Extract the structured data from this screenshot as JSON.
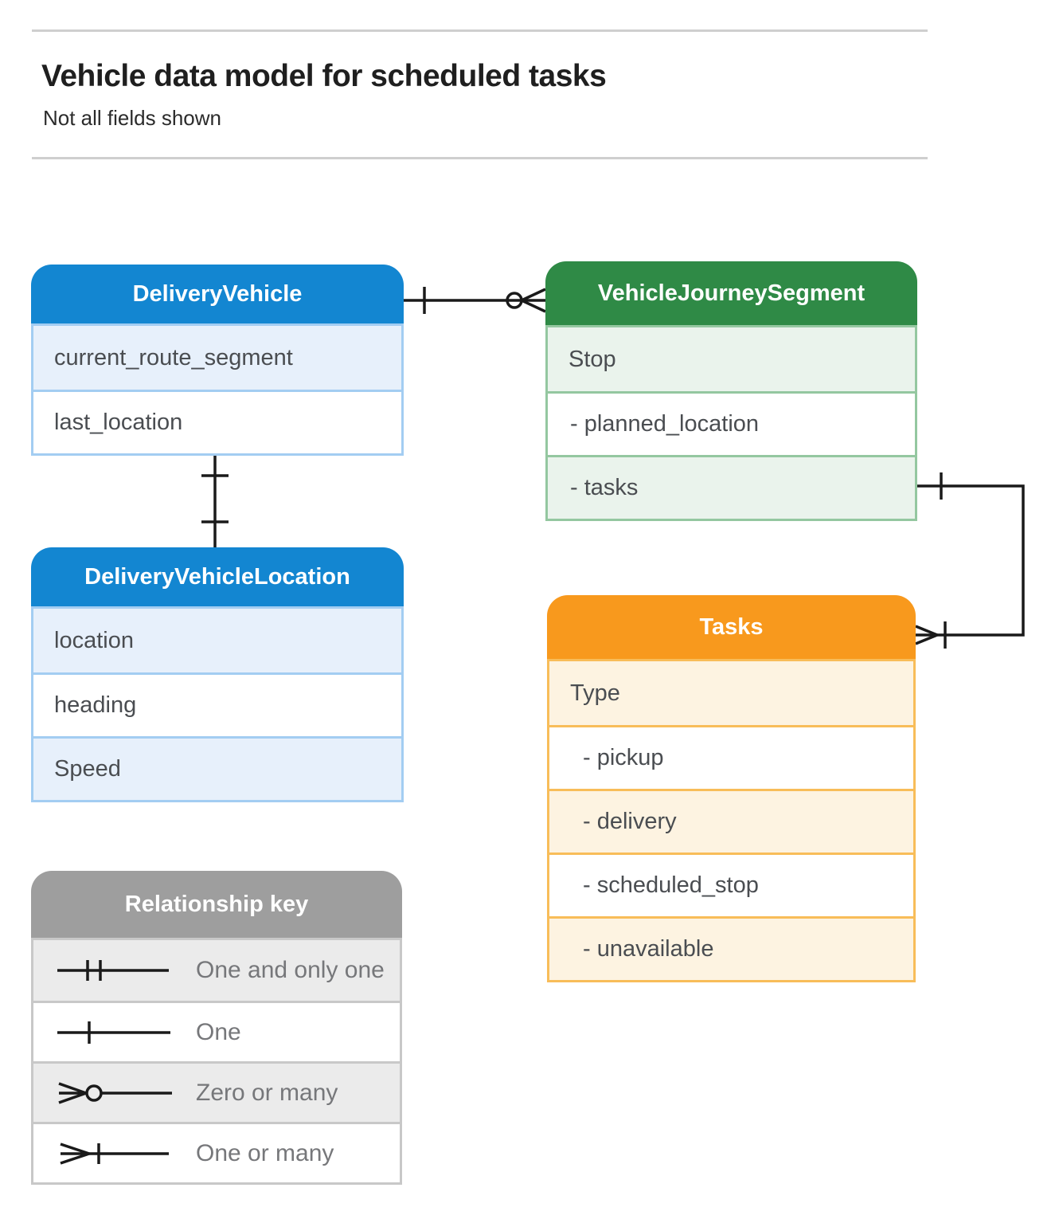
{
  "page": {
    "title": "Vehicle data model for scheduled tasks",
    "subtitle": "Not all fields shown"
  },
  "entities": {
    "deliveryVehicle": {
      "title": "DeliveryVehicle",
      "fields": [
        "current_route_segment",
        "last_location"
      ]
    },
    "vehicleJourneySegment": {
      "title": "VehicleJourneySegment",
      "fields": [
        "Stop",
        "- planned_location",
        "- tasks"
      ]
    },
    "deliveryVehicleLocation": {
      "title": "DeliveryVehicleLocation",
      "fields": [
        "location",
        "heading",
        "Speed"
      ]
    },
    "tasks": {
      "title": "Tasks",
      "fields": [
        "Type",
        "- pickup",
        "- delivery",
        "- scheduled_stop",
        "- unavailable"
      ]
    }
  },
  "relationshipKey": {
    "title": "Relationship key",
    "items": [
      {
        "symbol": "one-and-only-one",
        "label": "One and only one"
      },
      {
        "symbol": "one",
        "label": "One"
      },
      {
        "symbol": "zero-or-many",
        "label": "Zero or many"
      },
      {
        "symbol": "one-or-many",
        "label": "One or many"
      }
    ]
  },
  "connectors": [
    {
      "from": "DeliveryVehicle",
      "to": "VehicleJourneySegment",
      "from_cardinality": "one",
      "to_cardinality": "zero-or-many"
    },
    {
      "from": "DeliveryVehicle",
      "to": "DeliveryVehicleLocation",
      "from_cardinality": "one",
      "to_cardinality": "one"
    },
    {
      "from": "VehicleJourneySegment.tasks",
      "to": "Tasks",
      "from_cardinality": "one",
      "to_cardinality": "one-or-many"
    }
  ],
  "colors": {
    "blue_header": "#1386d1",
    "blue_row": "#e7f0fb",
    "blue_border": "#a3cdf2",
    "green_header": "#2f8a46",
    "green_row": "#eaf3ec",
    "green_border": "#94c7a0",
    "orange_header": "#f8991d",
    "orange_row": "#fdf3e1",
    "orange_border": "#f8bd59",
    "gray_header": "#9e9e9e",
    "gray_row": "#ebebeb",
    "gray_border": "#c8c8c8",
    "connector": "#1a1a1a",
    "row_text": "#4a4d51",
    "key_text": "#76777a"
  }
}
